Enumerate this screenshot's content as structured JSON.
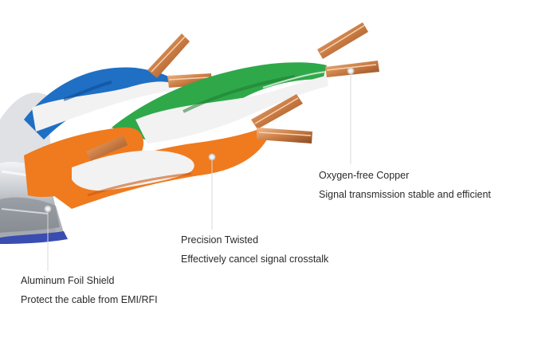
{
  "callouts": {
    "copper": {
      "title": "Oxygen-free Copper",
      "description": "Signal transmission stable and efficient"
    },
    "twisted": {
      "title": "Precision Twisted",
      "description": "Effectively cancel signal crosstalk"
    },
    "shield": {
      "title": "Aluminum Foil Shield",
      "description": "Protect the cable from EMI/RFI"
    }
  },
  "colors": {
    "blue_wire": "#1f6fc4",
    "green_wire": "#2fa84a",
    "orange_wire": "#f07a1e",
    "white_wire": "#f2f2f2",
    "copper": "#c9824a",
    "foil": "#b9bdc3",
    "leader_line": "#d9d9d9",
    "text": "#2a2a2a"
  }
}
